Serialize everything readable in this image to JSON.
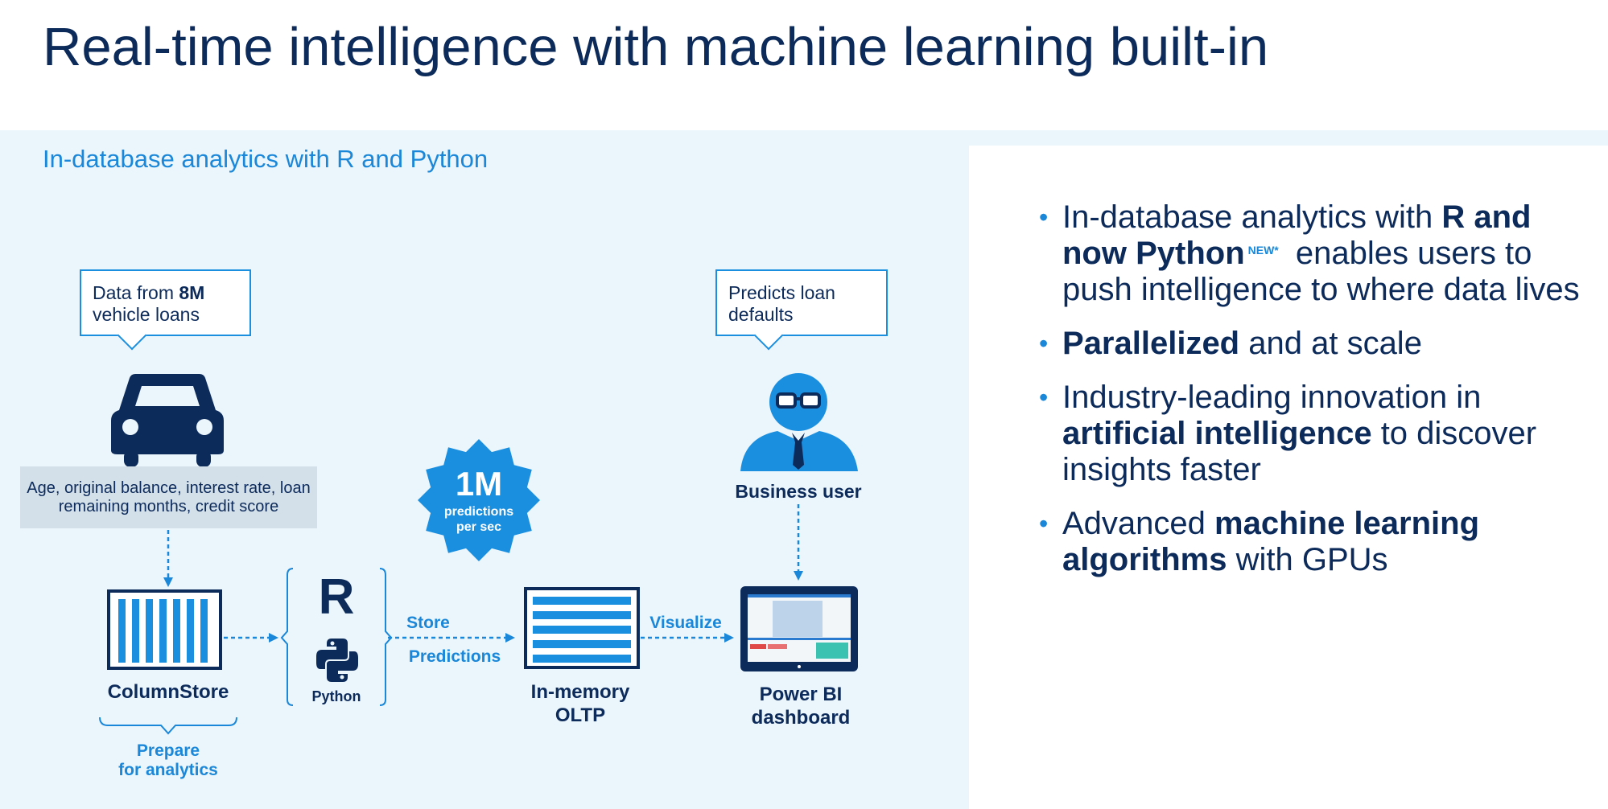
{
  "title": "Real-time intelligence with machine learning built-in",
  "subtitle": "In-database analytics with R and Python",
  "diagram": {
    "callout_data": {
      "pre": "Data from ",
      "bold": "8M",
      "post": "vehicle loans"
    },
    "callout_predicts": "Predicts loan defaults",
    "features": "Age, original balance, interest rate, loan remaining months, credit score",
    "columnstore": "ColumnStore",
    "prepare_line1": "Prepare",
    "prepare_line2": "for analytics",
    "r_label": "R",
    "python_label": "Python",
    "store": "Store",
    "predictions": "Predictions",
    "badge_big": "1M",
    "badge_small1": "predictions",
    "badge_small2": "per sec",
    "oltp_line1": "In-memory",
    "oltp_line2": "OLTP",
    "visualize": "Visualize",
    "powerbi_line1": "Power BI",
    "powerbi_line2": "dashboard",
    "business_user": "Business user"
  },
  "bullets": [
    {
      "t1": "In-database analytics with ",
      "b1": "R and now Python",
      "sup": "NEW*",
      "t2": " enables users to push intelligence to where data lives"
    },
    {
      "b1": "Parallelized",
      "t2": " and at scale"
    },
    {
      "t1": "Industry-leading innovation in ",
      "b1": "artificial intelligence",
      "t2": " to discover insights faster"
    },
    {
      "t1": "Advanced ",
      "b1": "machine learning algorithms",
      "t2": " with GPUs"
    }
  ],
  "colors": {
    "navy": "#0c2a5a",
    "accent": "#1a87d8",
    "panel": "#eaf5fc"
  }
}
